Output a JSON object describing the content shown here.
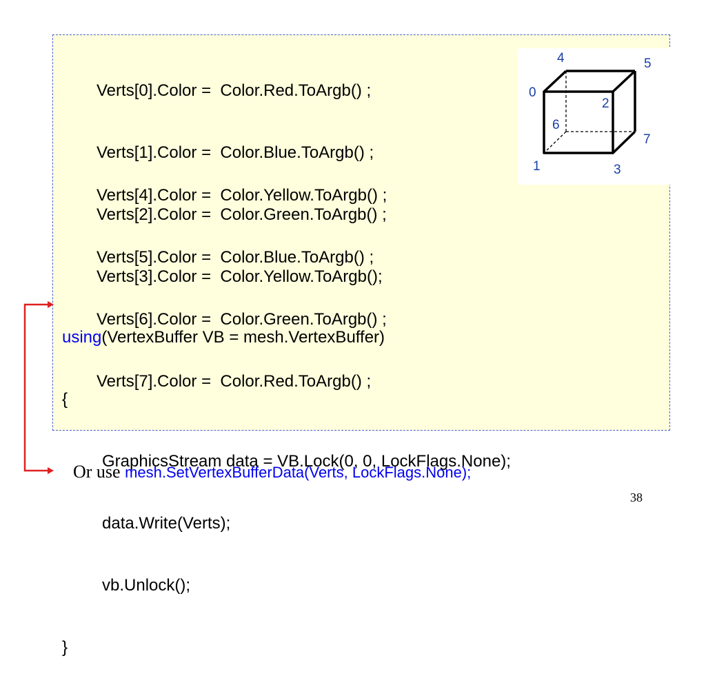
{
  "colors_block_1": [
    "Verts[0].Color =  Color.Red.ToArgb() ;",
    "Verts[1].Color =  Color.Blue.ToArgb() ;",
    "Verts[2].Color =  Color.Green.ToArgb() ;",
    "Verts[3].Color =  Color.Yellow.ToArgb();"
  ],
  "colors_block_2": [
    "Verts[4].Color =  Color.Yellow.ToArgb() ;",
    "Verts[5].Color =  Color.Blue.ToArgb() ;",
    "Verts[6].Color =  Color.Green.ToArgb() ;",
    "Verts[7].Color =  Color.Red.ToArgb() ;"
  ],
  "using_block": {
    "keyword": "using",
    "header_rest": "(VertexBuffer VB = mesh.VertexBuffer)",
    "open_brace": "{",
    "body": [
      "GraphicsStream data = VB.Lock(0, 0, LockFlags.None);",
      "data.Write(Verts);",
      "vb.Unlock();"
    ],
    "close_brace": "}"
  },
  "cube_labels": {
    "v0": "0",
    "v1": "1",
    "v2": "2",
    "v3": "3",
    "v4": "4",
    "v5": "5",
    "v6": "6",
    "v7": "7"
  },
  "footer": {
    "prefix": "Or use ",
    "code": "mesh.SetVertexBufferData(Verts, LockFlags.None);"
  },
  "page_number": "38",
  "colors": {
    "code_background": "#ffffdd",
    "border": "#4a5fd0",
    "keyword": "#0000ee",
    "arrow": "#e02020",
    "label_blue": "#1a3fa8"
  }
}
